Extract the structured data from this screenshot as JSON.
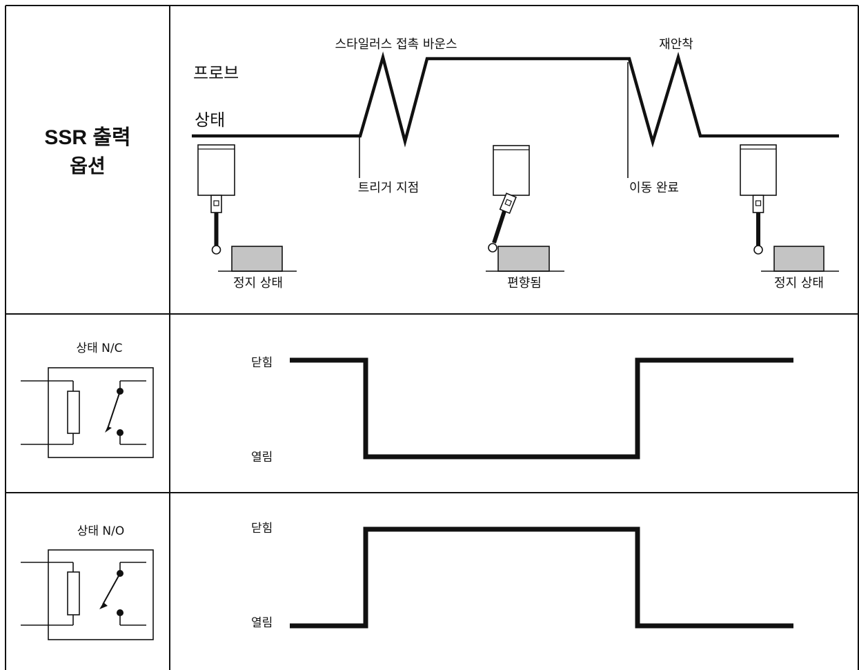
{
  "title": {
    "line1": "SSR 출력",
    "line2": "옵션"
  },
  "probe_panel": {
    "label_probe": "프로브",
    "label_state": "상태",
    "bounce_label": "스타일러스 접촉 바운스",
    "reseat_label": "재안착",
    "trigger_label": "트리거 지점",
    "move_done_label": "이동 완료",
    "rest_left_label": "정지 상태",
    "deflected_label": "편향됨",
    "rest_right_label": "정지 상태"
  },
  "nc_panel": {
    "label": "상태 N/C",
    "closed_label": "닫힘",
    "open_label": "열림"
  },
  "no_panel": {
    "label": "상태 N/O",
    "closed_label": "닫힘",
    "open_label": "열림"
  },
  "colors": {
    "line": "#111111",
    "workpiece_fill": "#c4c4c4",
    "background": "#ffffff"
  }
}
